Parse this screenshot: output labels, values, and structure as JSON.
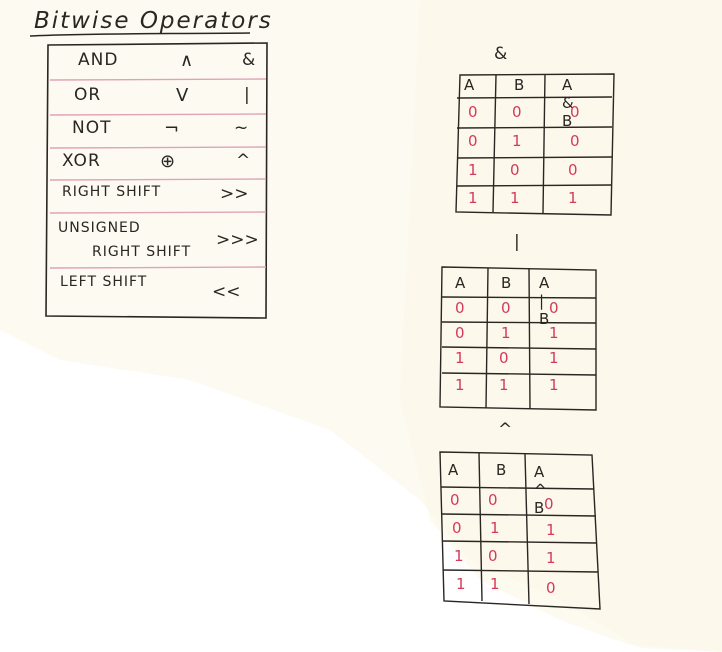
{
  "title": "Bitwise Operators",
  "operators": [
    {
      "name": "AND",
      "symbol": "∧",
      "code": "&"
    },
    {
      "name": "OR",
      "symbol": "V",
      "code": "|"
    },
    {
      "name": "NOT",
      "symbol": "¬",
      "code": "~"
    },
    {
      "name": "XOR",
      "symbol": "⊕",
      "code": "^"
    },
    {
      "name": "RIGHT SHIFT",
      "symbol": "",
      "code": ">>"
    },
    {
      "name": "UNSIGNED",
      "name2": "RIGHT SHIFT",
      "symbol": "",
      "code": ">>>"
    },
    {
      "name": "LEFT SHIFT",
      "symbol": "",
      "code": "<<"
    }
  ],
  "truth_tables": [
    {
      "label": "&",
      "headers": [
        "A",
        "B",
        "A & B"
      ],
      "rows": [
        [
          "0",
          "0",
          "0"
        ],
        [
          "0",
          "1",
          "0"
        ],
        [
          "1",
          "0",
          "0"
        ],
        [
          "1",
          "1",
          "1"
        ]
      ]
    },
    {
      "label": "|",
      "headers": [
        "A",
        "B",
        "A | B"
      ],
      "rows": [
        [
          "0",
          "0",
          "0"
        ],
        [
          "0",
          "1",
          "1"
        ],
        [
          "1",
          "0",
          "1"
        ],
        [
          "1",
          "1",
          "1"
        ]
      ]
    },
    {
      "label": "^",
      "headers": [
        "A",
        "B",
        "A ^ B"
      ],
      "rows": [
        [
          "0",
          "0",
          "0"
        ],
        [
          "0",
          "1",
          "1"
        ],
        [
          "1",
          "0",
          "1"
        ],
        [
          "1",
          "1",
          "0"
        ]
      ]
    }
  ],
  "colors": {
    "ink": "#2a2622",
    "red_ink": "#d43a5a",
    "pink_rule": "#e0a3b6",
    "paper": "#fdfaf2"
  }
}
